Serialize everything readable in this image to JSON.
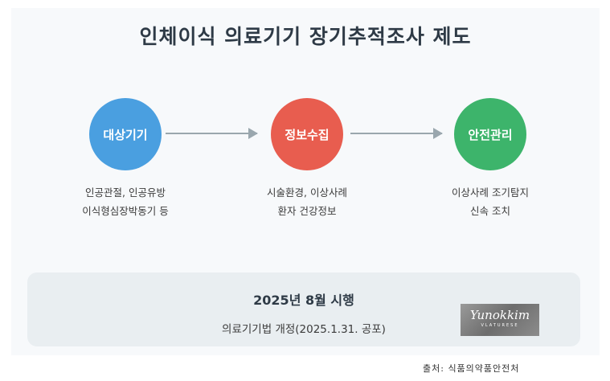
{
  "title": "인체이식 의료기기 장기추적조사 제도",
  "steps": [
    {
      "label": "대상기기",
      "color": "#4a9fe0",
      "desc1": "인공관절, 인공유방",
      "desc2": "이식형심장박동기 등"
    },
    {
      "label": "정보수집",
      "color": "#e85d4f",
      "desc1": "시술환경, 이상사례",
      "desc2": "환자 건강정보"
    },
    {
      "label": "안전관리",
      "color": "#3db46b",
      "desc1": "이상사례 조기탐지",
      "desc2": "신속 조치"
    }
  ],
  "notice": {
    "main": "2025년 8월 시행",
    "sub": "의료기기법 개정(2025.1.31. 공포)"
  },
  "watermark": {
    "script": "Yunokkim",
    "small": "VLATURESE"
  },
  "source": "출처: 식품의약품안전처"
}
